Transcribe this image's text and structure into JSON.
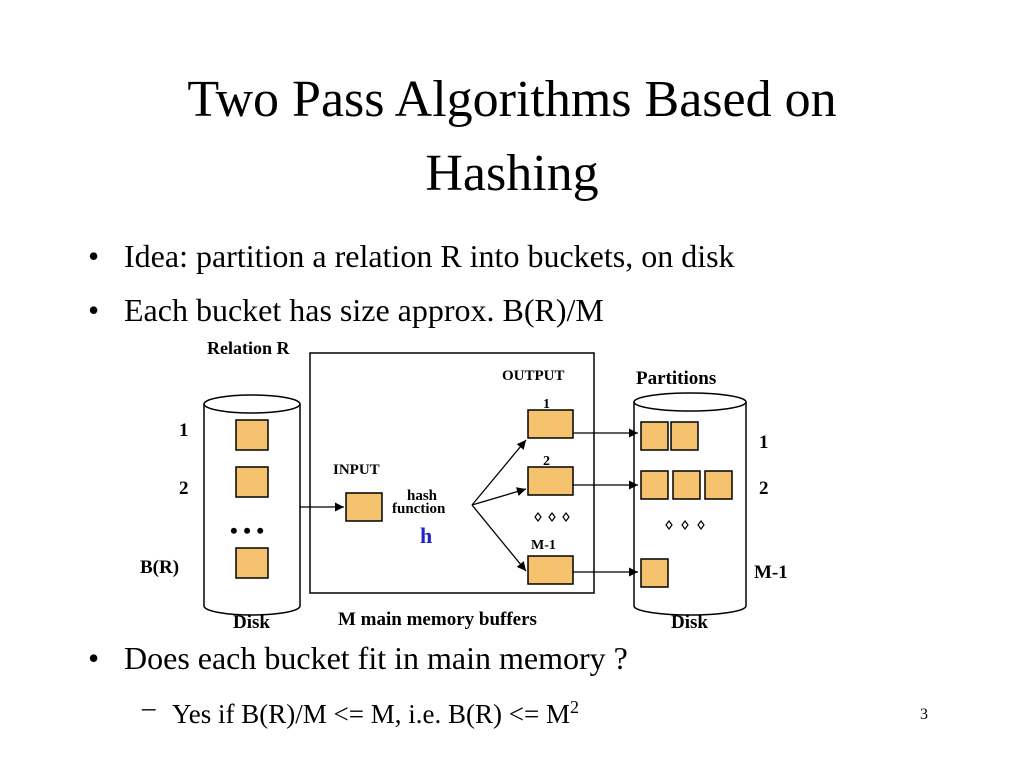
{
  "slide": {
    "title_line1": "Two Pass Algorithms Based on",
    "title_line2": "Hashing",
    "bullets": [
      "Idea: partition a relation R into buckets, on disk",
      "Each bucket has size approx. B(R)/M",
      "Does each bucket fit in main memory ?"
    ],
    "sub_bullet_text": "Yes if B(R)/M <= M,   i.e. B(R) <= M",
    "sub_bullet_sup": "2",
    "bullet_char": "•",
    "dash_char": "–",
    "page_number": "3"
  },
  "diagram": {
    "relation_label": "Relation R",
    "partitions_label": "Partitions",
    "left_disk_label": "Disk",
    "right_disk_label": "Disk",
    "memory_label": "M main memory buffers",
    "input_label": "INPUT",
    "output_label": "OUTPUT",
    "hash_label": "hash",
    "function_label": "function",
    "h_label": "h",
    "left_row_1": "1",
    "left_row_2": "2",
    "left_row_b": "B(R)",
    "left_ellipsis": "• • •",
    "out_1": "1",
    "out_2": "2",
    "out_m1": "M-1",
    "right_row_1": "1",
    "right_row_2": "2",
    "right_row_m1": "M-1",
    "colors": {
      "buffer_fill": "#F5C26E",
      "h_color": "#2222CC",
      "line": "#000000"
    }
  }
}
